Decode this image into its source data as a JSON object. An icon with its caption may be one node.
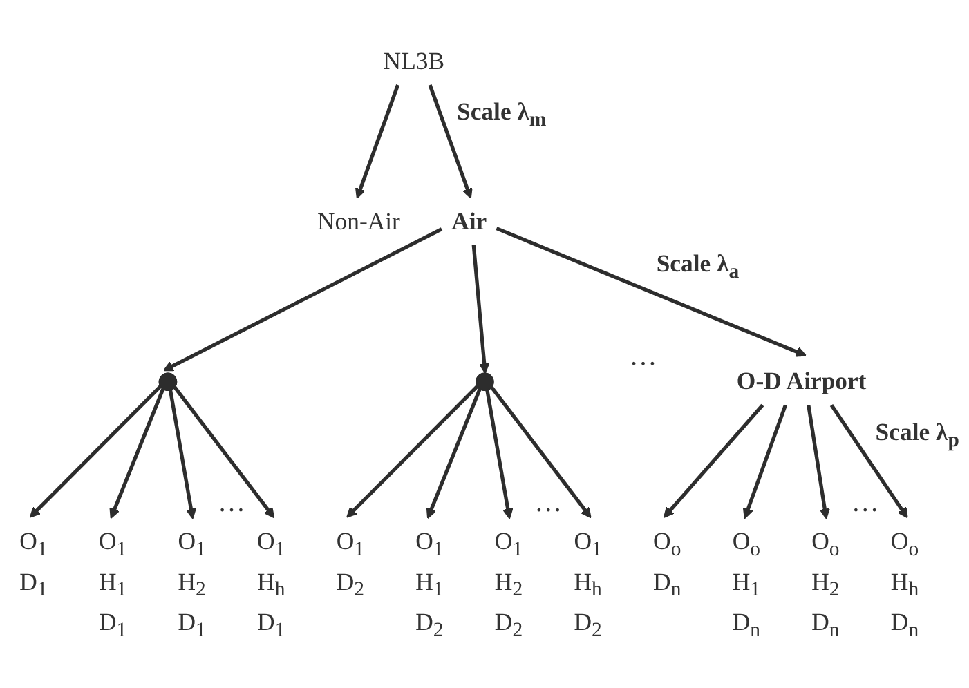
{
  "diagram": {
    "nodes": [
      {
        "text": [
          "NL3B"
        ]
      },
      {
        "text": [
          "Non-Air"
        ]
      },
      {
        "text": [
          "Air"
        ]
      },
      {
        "text": [],
        "shape": "circle"
      },
      {
        "text": [],
        "shape": "circle"
      },
      {
        "text": [
          "O-D Airport"
        ]
      },
      {
        "text": [
          "O$_{1}$ D$_{1}$"
        ]
      },
      {
        "text": [
          "O$_{1}$ H$_{1}$ D$_{1}$"
        ]
      },
      {
        "text": [
          "O$_{1}$ H$_{2}$ D$_{1}$"
        ]
      },
      {
        "text": [
          "O$_{1}$ H$_{h}$ D$_{1}$"
        ]
      },
      {
        "text": [
          "O$_{1}$ D$_{2}$"
        ]
      },
      {
        "text": [
          "O$_{1}$ H$_{1}$ D$_{2}$"
        ]
      },
      {
        "text": [
          "O$_{1}$ H$_{2}$ D$_{2}$"
        ]
      },
      {
        "text": [
          "O$_{1}$ H$_{h}$ D$_{2}$"
        ]
      },
      {
        "text": [
          "O$_{o}$ D$_{n}$"
        ]
      },
      {
        "text": [
          "O$_{o}$ H$_{1}$ D$_{n}$"
        ]
      },
      {
        "text": [
          "O$_{o}$ H$_{2}$ D$_{n}$"
        ]
      },
      {
        "text": [
          "O$_{o}$ H$_{h}$ D$_{n}$"
        ]
      }
    ],
    "edges": [
      {
        "from": 0,
        "to": 1,
        "arrow": "to"
      },
      {
        "from": 0,
        "to": 2,
        "arrow": "to",
        "label": "Scale λ$_{m}$"
      },
      {
        "from": 2,
        "to": 3,
        "arrow": "to"
      },
      {
        "from": 2,
        "to": 4,
        "arrow": "to"
      },
      {
        "from": 2,
        "to": 5,
        "arrow": "to",
        "label": "Scale λ$_{a}$"
      },
      {
        "from": 3,
        "to": 6,
        "arrow": "to"
      },
      {
        "from": 3,
        "to": 7,
        "arrow": "to"
      },
      {
        "from": 3,
        "to": 8,
        "arrow": "to"
      },
      {
        "from": 3,
        "to": 9,
        "arrow": "to"
      },
      {
        "from": 4,
        "to": 10,
        "arrow": "to"
      },
      {
        "from": 4,
        "to": 11,
        "arrow": "to"
      },
      {
        "from": 4,
        "to": 12,
        "arrow": "to"
      },
      {
        "from": 4,
        "to": 13,
        "arrow": "to"
      },
      {
        "from": 5,
        "to": 14,
        "arrow": "to"
      },
      {
        "from": 5,
        "to": 15,
        "arrow": "to"
      },
      {
        "from": 5,
        "to": 16,
        "arrow": "to"
      },
      {
        "from": 5,
        "to": 17,
        "arrow": "to",
        "label": "Scale λ$_{p}$"
      }
    ],
    "labels": [
      "…",
      "…",
      "…",
      "…"
    ]
  }
}
